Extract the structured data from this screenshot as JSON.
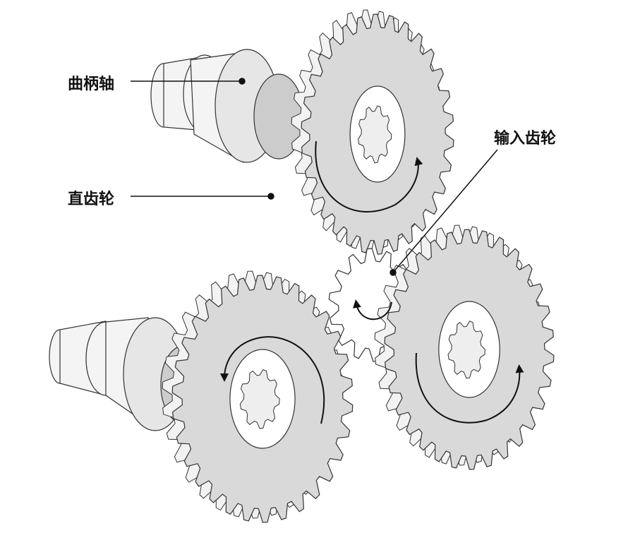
{
  "labels": {
    "crankshaft": "曲柄轴",
    "spur_gear": "直齿轮",
    "input_gear": "输入齿轮"
  },
  "colors": {
    "gear_face": "#d9d9d9",
    "gear_side": "#f2f2f2",
    "outline": "#333333"
  }
}
